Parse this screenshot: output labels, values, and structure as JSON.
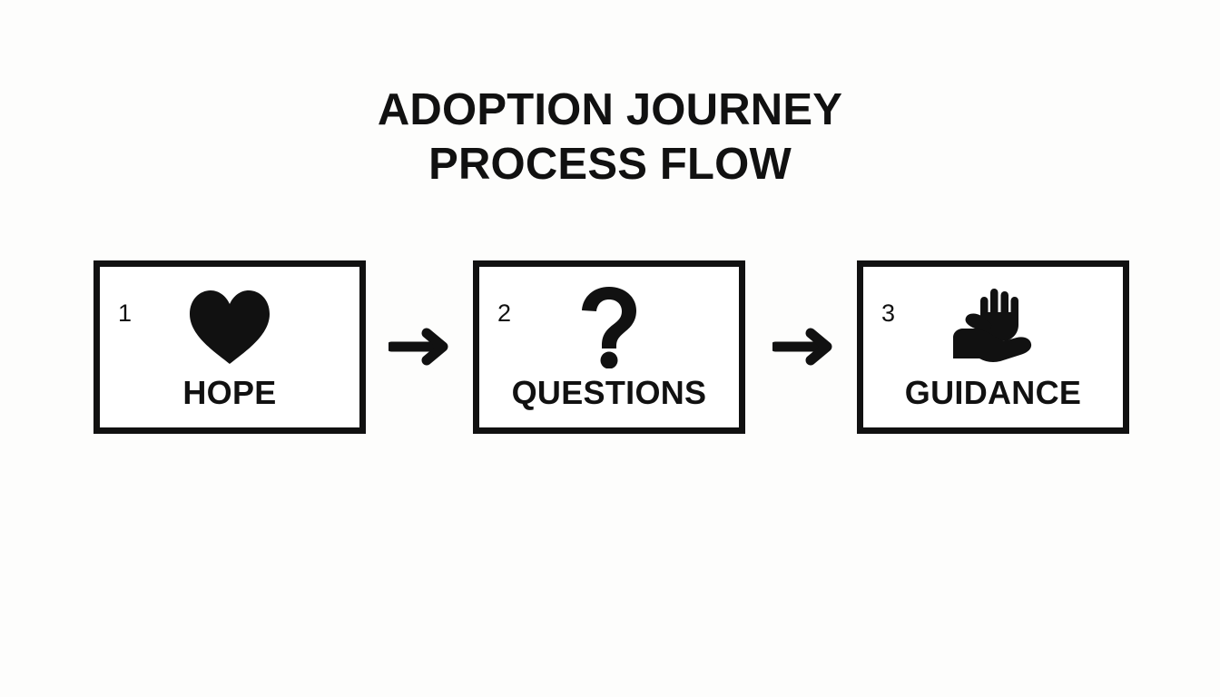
{
  "title": {
    "line1": "ADOPTION JOURNEY",
    "line2": "PROCESS FLOW"
  },
  "colors": {
    "ink": "#111111",
    "background": "#fdfdfc",
    "box_fill": "#ffffff"
  },
  "flow": {
    "arrow_icon": "arrow-right-icon",
    "steps": [
      {
        "number": "1",
        "label": "HOPE",
        "icon": "heart-icon"
      },
      {
        "number": "2",
        "label": "QUESTIONS",
        "icon": "question-mark-icon"
      },
      {
        "number": "3",
        "label": "GUIDANCE",
        "icon": "helping-hand-icon"
      }
    ]
  },
  "chart_data": {
    "type": "diagram",
    "diagram_kind": "linear-process-flow",
    "title": "ADOPTION JOURNEY PROCESS FLOW",
    "nodes": [
      {
        "order": 1,
        "label": "HOPE",
        "icon": "heart"
      },
      {
        "order": 2,
        "label": "QUESTIONS",
        "icon": "question-mark"
      },
      {
        "order": 3,
        "label": "GUIDANCE",
        "icon": "helping-hand"
      }
    ],
    "edges": [
      {
        "from": "HOPE",
        "to": "QUESTIONS",
        "style": "arrow-right"
      },
      {
        "from": "QUESTIONS",
        "to": "GUIDANCE",
        "style": "arrow-right"
      }
    ]
  }
}
